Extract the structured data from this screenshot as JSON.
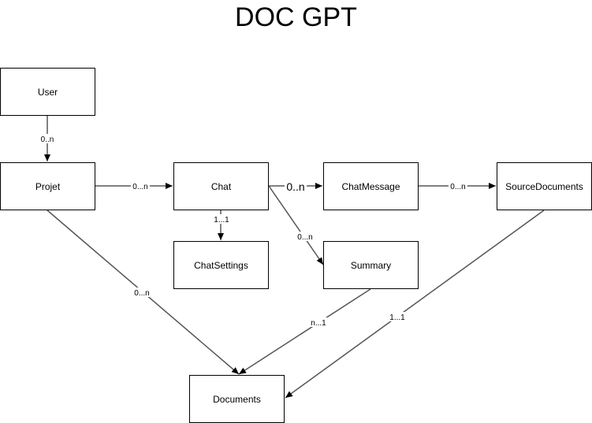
{
  "title": "DOC GPT",
  "entities": {
    "user": "User",
    "projet": "Projet",
    "chat": "Chat",
    "chatmessage": "ChatMessage",
    "sourcedocuments": "SourceDocuments",
    "chatsettings": "ChatSettings",
    "summary": "Summary",
    "documents": "Documents"
  },
  "relations": {
    "user_projet": "0..n",
    "projet_chat": "0...n",
    "chat_chatmessage": "0..n",
    "chatmessage_sourcedocuments": "0...n",
    "chat_chatsettings": "1...1",
    "chat_summary": "0...n",
    "projet_documents": "0...n",
    "summary_documents": "n...1",
    "sourcedocuments_documents": "1...1"
  },
  "colors": {
    "line": "#555555",
    "border": "#000000"
  }
}
